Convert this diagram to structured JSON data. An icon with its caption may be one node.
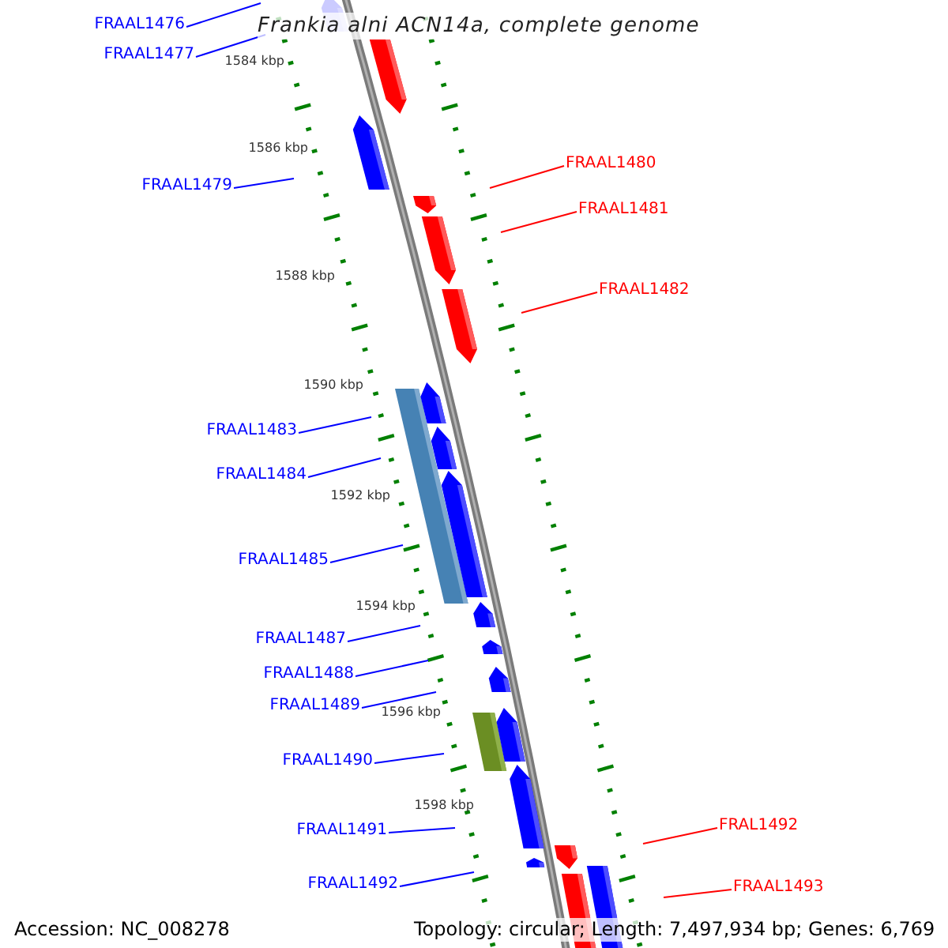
{
  "diagram": {
    "title": "Frankia alni ACN14a, complete genome",
    "nodes": [
      {
        "text": [
          "FRAAL1476"
        ]
      },
      {
        "text": [
          "FRAAL1477"
        ]
      },
      {
        "text": [
          "FRAAL1480"
        ]
      },
      {
        "text": [
          "FRAAL1479"
        ]
      },
      {
        "text": [
          "FRAAL1481"
        ]
      },
      {
        "text": [
          "FRAAL1482"
        ]
      },
      {
        "text": [
          "FRAAL1483"
        ]
      },
      {
        "text": [
          "FRAAL1484"
        ]
      },
      {
        "text": [
          "FRAAL1485"
        ]
      },
      {
        "text": [
          "FRAAL1487"
        ]
      },
      {
        "text": [
          "FRAAL1488"
        ]
      },
      {
        "text": [
          "FRAAL1489"
        ]
      },
      {
        "text": [
          "FRAAL1490"
        ]
      },
      {
        "text": [
          "FRAL1492"
        ]
      },
      {
        "text": [
          "FRAAL1491"
        ]
      },
      {
        "text": [
          "FRAAL1492"
        ]
      },
      {
        "text": [
          "FRAAL1493"
        ]
      }
    ],
    "edges": [
      {
        "from": 0,
        "to": null,
        "arrow": "none"
      },
      {
        "from": 1,
        "to": null,
        "arrow": "none"
      },
      {
        "from": 2,
        "to": null,
        "arrow": "none",
        "color": "#ff0000"
      },
      {
        "from": 3,
        "to": null,
        "arrow": "none"
      },
      {
        "from": 4,
        "to": null,
        "arrow": "none",
        "color": "#ff0000"
      },
      {
        "from": 5,
        "to": null,
        "arrow": "none",
        "color": "#ff0000"
      },
      {
        "from": 6,
        "to": null,
        "arrow": "none"
      },
      {
        "from": 7,
        "to": null,
        "arrow": "none"
      },
      {
        "from": 8,
        "to": null,
        "arrow": "none"
      },
      {
        "from": 9,
        "to": null,
        "arrow": "none"
      },
      {
        "from": 10,
        "to": null,
        "arrow": "none"
      },
      {
        "from": 11,
        "to": null,
        "arrow": "none"
      },
      {
        "from": 12,
        "to": null,
        "arrow": "none"
      },
      {
        "from": 13,
        "to": null,
        "arrow": "none",
        "color": "#ff0000"
      },
      {
        "from": 14,
        "to": null,
        "arrow": "none"
      },
      {
        "from": 15,
        "to": null,
        "arrow": "none"
      },
      {
        "from": 16,
        "to": null,
        "arrow": "none",
        "color": "#ff0000"
      }
    ],
    "labels": [
      "1584 kbp",
      "1586 kbp",
      "1588 kbp",
      "1590 kbp",
      "1592 kbp",
      "1594 kbp",
      "1596 kbp",
      "1598 kbp",
      "Accession: NC_008278",
      "Topology: circular; Length: 7,497,934 bp; Genes: 6,769"
    ]
  }
}
